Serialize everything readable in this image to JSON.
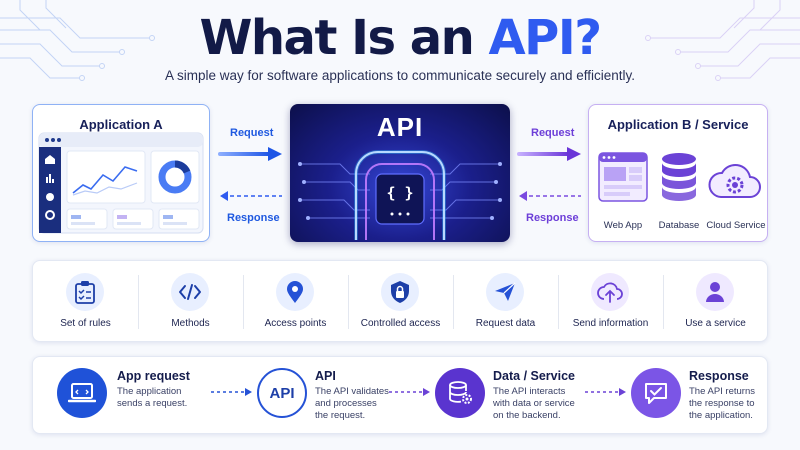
{
  "header": {
    "title_main": "What Is an ",
    "title_accent": "API?",
    "subtitle": "A simple way for software applications to communicate securely and efficiently."
  },
  "app_a": {
    "title": "Application A"
  },
  "api_box": {
    "label": "API",
    "glyph": "{ }"
  },
  "flow": {
    "left_request": "Request",
    "left_response": "Response",
    "right_request": "Request",
    "right_response": "Response"
  },
  "app_b": {
    "title": "Application B / Service",
    "items": [
      {
        "label": "Web App",
        "icon": "web-app-icon"
      },
      {
        "label": "Database",
        "icon": "database-icon"
      },
      {
        "label": "Cloud Service",
        "icon": "cloud-gear-icon"
      }
    ]
  },
  "features": [
    {
      "label": "Set of rules",
      "icon": "clipboard-checklist-icon"
    },
    {
      "label": "Methods",
      "icon": "code-brackets-icon"
    },
    {
      "label": "Access points",
      "icon": "location-pin-icon"
    },
    {
      "label": "Controlled access",
      "icon": "shield-lock-icon"
    },
    {
      "label": "Request data",
      "icon": "paper-plane-icon"
    },
    {
      "label": "Send information",
      "icon": "cloud-upload-icon"
    },
    {
      "label": "Use a service",
      "icon": "user-icon"
    }
  ],
  "steps": [
    {
      "title": "App request",
      "desc": [
        "The application",
        "sends a request."
      ],
      "icon": "laptop-icon"
    },
    {
      "title": "API",
      "badge": "API",
      "desc": [
        "The API validates",
        "and processes",
        "the request."
      ],
      "icon": "api-badge-icon"
    },
    {
      "title": "Data / Service",
      "desc": [
        "The API interacts",
        "with data or service",
        "on the backend."
      ],
      "icon": "database-gear-icon"
    },
    {
      "title": "Response",
      "desc": [
        "The API returns",
        "the response to",
        "the application."
      ],
      "icon": "chat-check-icon"
    }
  ],
  "colors": {
    "navy": "#121a47",
    "blue_accent": "#2f5bf0",
    "purple_accent": "#6d3fd8",
    "api_dark": "#0c0f4a"
  }
}
